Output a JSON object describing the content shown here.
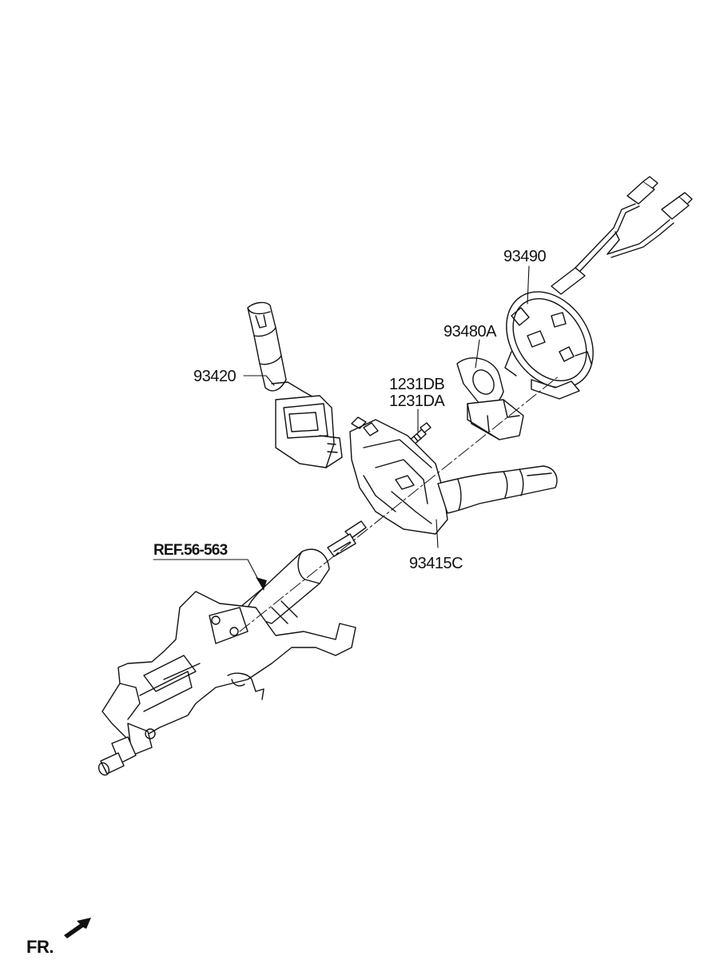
{
  "parts": {
    "p93490": "93490",
    "p93480A": "93480A",
    "p93420": "93420",
    "p1231DB": "1231DB",
    "p1231DA": "1231DA",
    "p93415C": "93415C",
    "ref": "REF.56-563"
  },
  "direction": {
    "label": "FR.",
    "icon": "forward-arrow-icon"
  }
}
